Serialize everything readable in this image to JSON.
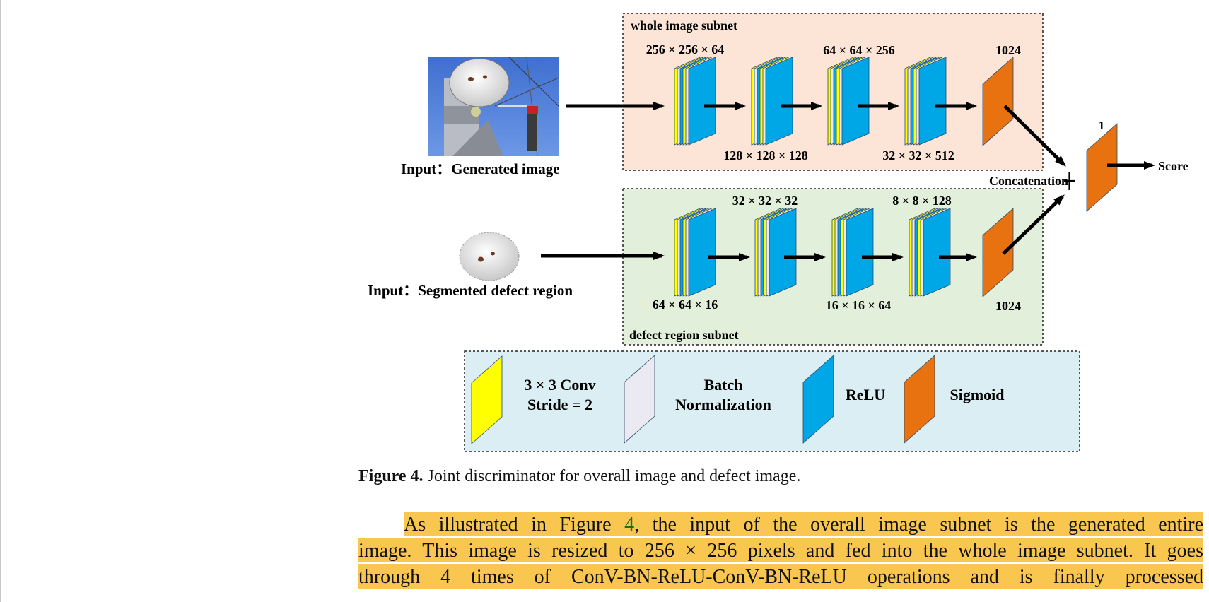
{
  "figure": {
    "whole_subnet": {
      "title": "whole image subnet",
      "dims_top": [
        "256 × 256 × 64",
        "64 × 64 × 256"
      ],
      "dims_bottom": [
        "128 × 128 × 128",
        "32 × 32 × 512"
      ],
      "output_dim": "1024"
    },
    "defect_subnet": {
      "title": "defect region subnet",
      "dims_top": [
        "32 × 32 × 32",
        "8 × 8 × 128"
      ],
      "dims_bottom": [
        "64 × 64 × 16",
        "16 × 16 × 64"
      ],
      "output_dim": "1024"
    },
    "inputs": {
      "generated": "Input：Generated image",
      "defect": "Input：Segmented defect region"
    },
    "fusion": {
      "concat_label": "Concatenation",
      "out_dim": "1",
      "score_label": "Score"
    },
    "legend": {
      "conv_line1": "3 × 3 Conv",
      "conv_line2": "Stride = 2",
      "bn_line1": "Batch",
      "bn_line2": "Normalization",
      "relu": "ReLU",
      "sigmoid": "Sigmoid"
    },
    "colors": {
      "conv": "#ffff00",
      "bn": "#ebe9f2",
      "relu": "#00a7e6",
      "sigmoid": "#e8720f",
      "whole_bg": "#fce4d6",
      "defect_bg": "#e2efda",
      "legend_bg": "#daeef3"
    }
  },
  "caption": {
    "label": "Figure 4.",
    "text": " Joint discriminator for overall image and defect image."
  },
  "body": {
    "line1_pre": "As illustrated in Figure ",
    "line1_ref": "4",
    "line1_post": ", the input of the overall image subnet is the generated entire",
    "line2": "image. This image is resized to 256 × 256 pixels and fed into the whole image subnet. It goes",
    "line3": "through 4 times of ConV-BN-ReLU-ConV-BN-ReLU operations and is finally processed"
  }
}
